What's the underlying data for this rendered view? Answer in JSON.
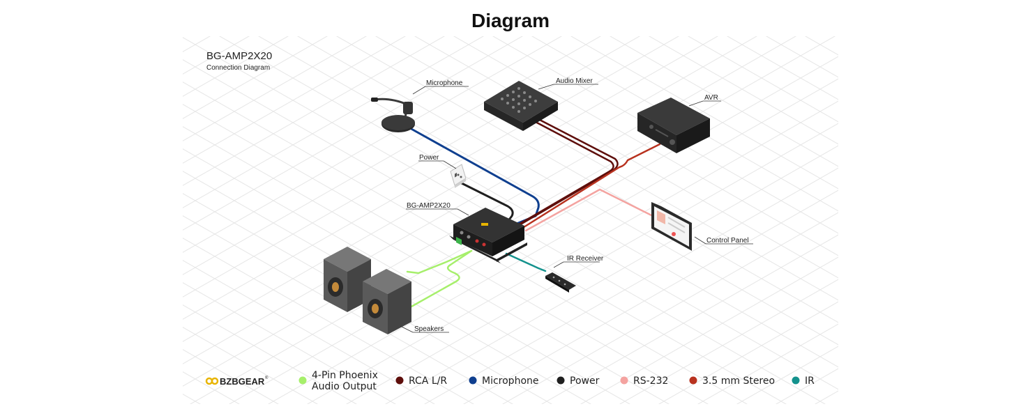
{
  "page": {
    "title": "Diagram"
  },
  "diagram": {
    "model": "BG-AMP2X20",
    "subtitle": "Connection Diagram",
    "labels": {
      "microphone": "Microphone",
      "audio_mixer": "Audio Mixer",
      "avr": "AVR",
      "power": "Power",
      "amp": "BG-AMP2X20",
      "control_panel": "Control Panel",
      "ir_receiver": "IR Receiver",
      "speakers": "Speakers"
    },
    "brand": {
      "name": "BZBGEAR",
      "mark": "®"
    }
  },
  "legend": {
    "items": [
      {
        "line1": "4-Pin Phoenix",
        "line2": "Audio Output",
        "color": "#a6ef6b"
      },
      {
        "line1": "RCA L/R",
        "line2": "",
        "color": "#5e0e0b"
      },
      {
        "line1": "Microphone",
        "line2": "",
        "color": "#0f3f8f"
      },
      {
        "line1": "Power",
        "line2": "",
        "color": "#1f1f1f"
      },
      {
        "line1": "RS-232",
        "line2": "",
        "color": "#f4a3a0"
      },
      {
        "line1": "3.5 mm Stereo",
        "line2": "",
        "color": "#b8321f"
      },
      {
        "line1": "IR",
        "line2": "",
        "color": "#14928d"
      }
    ]
  },
  "colors": {
    "phoenix": "#a6ef6b",
    "rca": "#5e0e0b",
    "microphone": "#0f3f8f",
    "power": "#1f1f1f",
    "rs232": "#f4a3a0",
    "stereo": "#b8321f",
    "ir": "#14928d"
  }
}
